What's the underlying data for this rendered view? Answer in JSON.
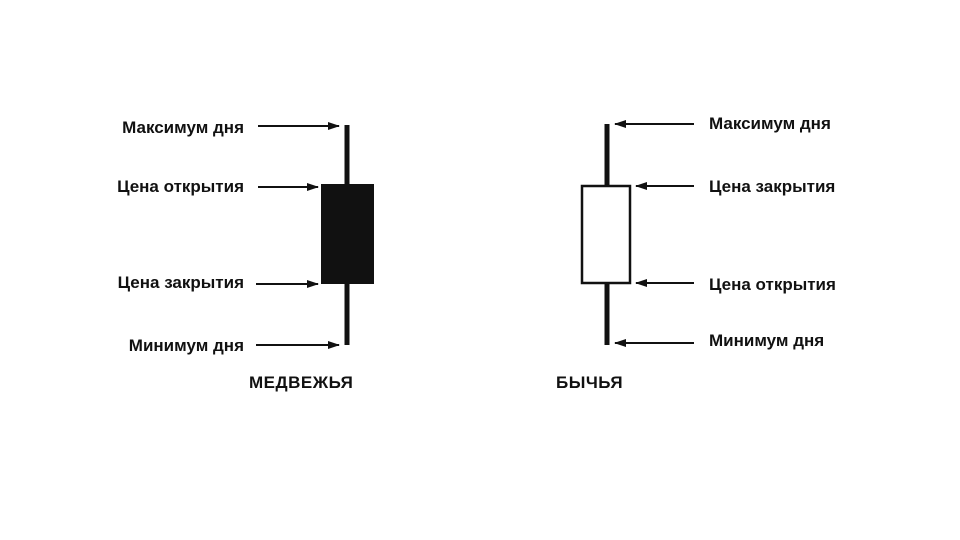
{
  "bearish": {
    "caption": "МЕДВЕЖЬЯ",
    "labels": {
      "high": "Максимум дня",
      "open": "Цена открытия",
      "close": "Цена закрытия",
      "low": "Минимум дня"
    }
  },
  "bullish": {
    "caption": "БЫЧЬЯ",
    "labels": {
      "high": "Максимум дня",
      "close": "Цена закрытия",
      "open": "Цена открытия",
      "low": "Минимум дня"
    }
  },
  "colors": {
    "ink": "#111111",
    "background": "#ffffff",
    "bearish_body": "#111111",
    "bullish_body": "#ffffff"
  }
}
